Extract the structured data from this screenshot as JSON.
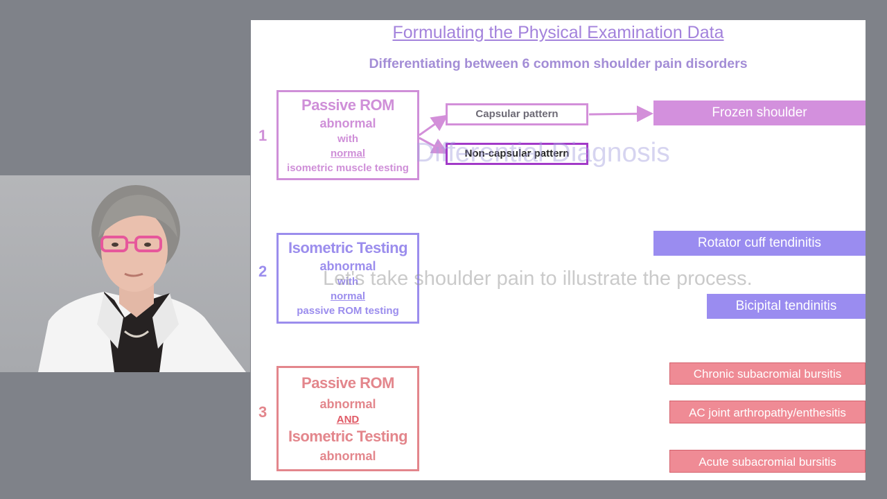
{
  "slide": {
    "title": "Formulating the Physical Examination Data",
    "subtitle": "Differentiating between 6 common shoulder pain disorders"
  },
  "groups": [
    {
      "number": "1",
      "lines": [
        "Passive ROM",
        "abnormal",
        "with",
        "normal",
        "isometric muscle testing"
      ],
      "color": "#cf8fd8"
    },
    {
      "number": "2",
      "lines": [
        "Isometric Testing",
        "abnormal",
        "with",
        "normal",
        "passive ROM testing"
      ],
      "color": "#9b8ded"
    },
    {
      "number": "3",
      "lines": [
        "Passive ROM",
        "abnormal",
        "AND",
        "Isometric Testing",
        "abnormal"
      ],
      "color": "#e3868c"
    }
  ],
  "patterns": {
    "capsular": "Capsular pattern",
    "non_capsular": "Non-capsular pattern"
  },
  "diagnoses": [
    {
      "label": "Frozen shoulder",
      "color": "#d390dd"
    },
    {
      "label": "Rotator cuff tendinitis",
      "color": "#9a8cf0"
    },
    {
      "label": "Bicipital tendinitis",
      "color": "#9a8cf0"
    },
    {
      "label": "Chronic subacromial bursitis",
      "color": "#ef8b95"
    },
    {
      "label": "AC joint arthropathy/enthesitis",
      "color": "#ef8b95"
    },
    {
      "label": "Acute subacromial bursitis",
      "color": "#ef8b95"
    }
  ],
  "overlays": {
    "fading_heading": "Differential Diagnosis",
    "narration": "Let's take shoulder pain to illustrate the process."
  },
  "presenter": {
    "lens_color": "#e6579b",
    "coat_color": "#f4f4f4",
    "shirt_color": "#262222"
  }
}
